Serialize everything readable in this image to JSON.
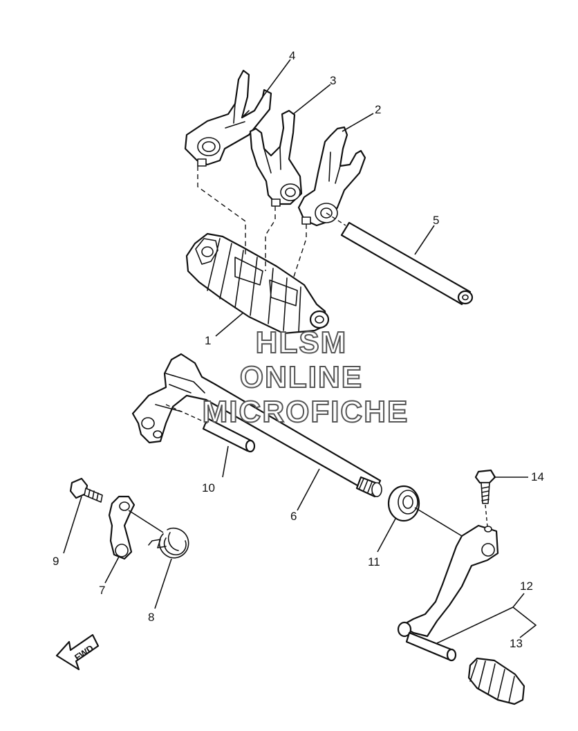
{
  "watermark": {
    "line1": "HLSM",
    "line2": "ONLINE",
    "line3": "MICROFICHE"
  },
  "direction_arrow": {
    "label": "FWD",
    "icon": "fwd-arrow-icon"
  },
  "callouts": {
    "c1": "1",
    "c2": "2",
    "c3": "3",
    "c4": "4",
    "c5": "5",
    "c6": "6",
    "c7": "7",
    "c8": "8",
    "c9": "9",
    "c10": "10",
    "c11": "11",
    "c12": "12",
    "c13": "13",
    "c14": "14"
  },
  "colors": {
    "line": "#111111",
    "background": "#ffffff",
    "watermark": "#555555"
  }
}
